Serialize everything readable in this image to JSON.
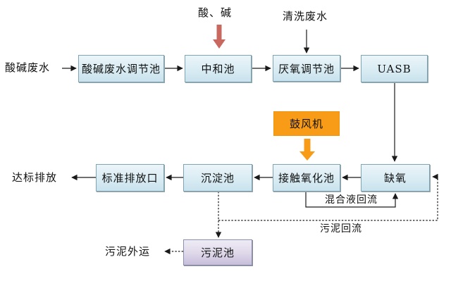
{
  "diagram": {
    "type": "wastewater-treatment-process-flow",
    "labels": {
      "influent": "酸碱废水",
      "acid_alkali": "酸、碱",
      "rinse_wastewater": "清洗废水",
      "discharge": "达标排放",
      "mixed_liquor_return": "混合液回流",
      "sludge_return": "污泥回流",
      "sludge_out": "污泥外运"
    },
    "nodes": {
      "regulating_tank": "酸碱废水调节池",
      "neutralization_tank": "中和池",
      "anaerobic_regulating_tank": "厌氧调节池",
      "uasb": "UASB",
      "blower": "鼓风机",
      "standard_outlet": "标准排放口",
      "sedimentation_tank": "沉淀池",
      "contact_oxidation_tank": "接触氧化池",
      "anoxic_tank": "缺氧",
      "sludge_tank": "污泥池"
    },
    "colors": {
      "process_box_fill": "#d9ecf3",
      "process_box_border": "#7fa4b2",
      "blower_fill": "#f89c18",
      "acid_arrow": "#c9685e",
      "sludge_tank_fill": "#d5cce2",
      "sludge_tank_border": "#8b8fae",
      "line": "#1a1a1a"
    }
  }
}
